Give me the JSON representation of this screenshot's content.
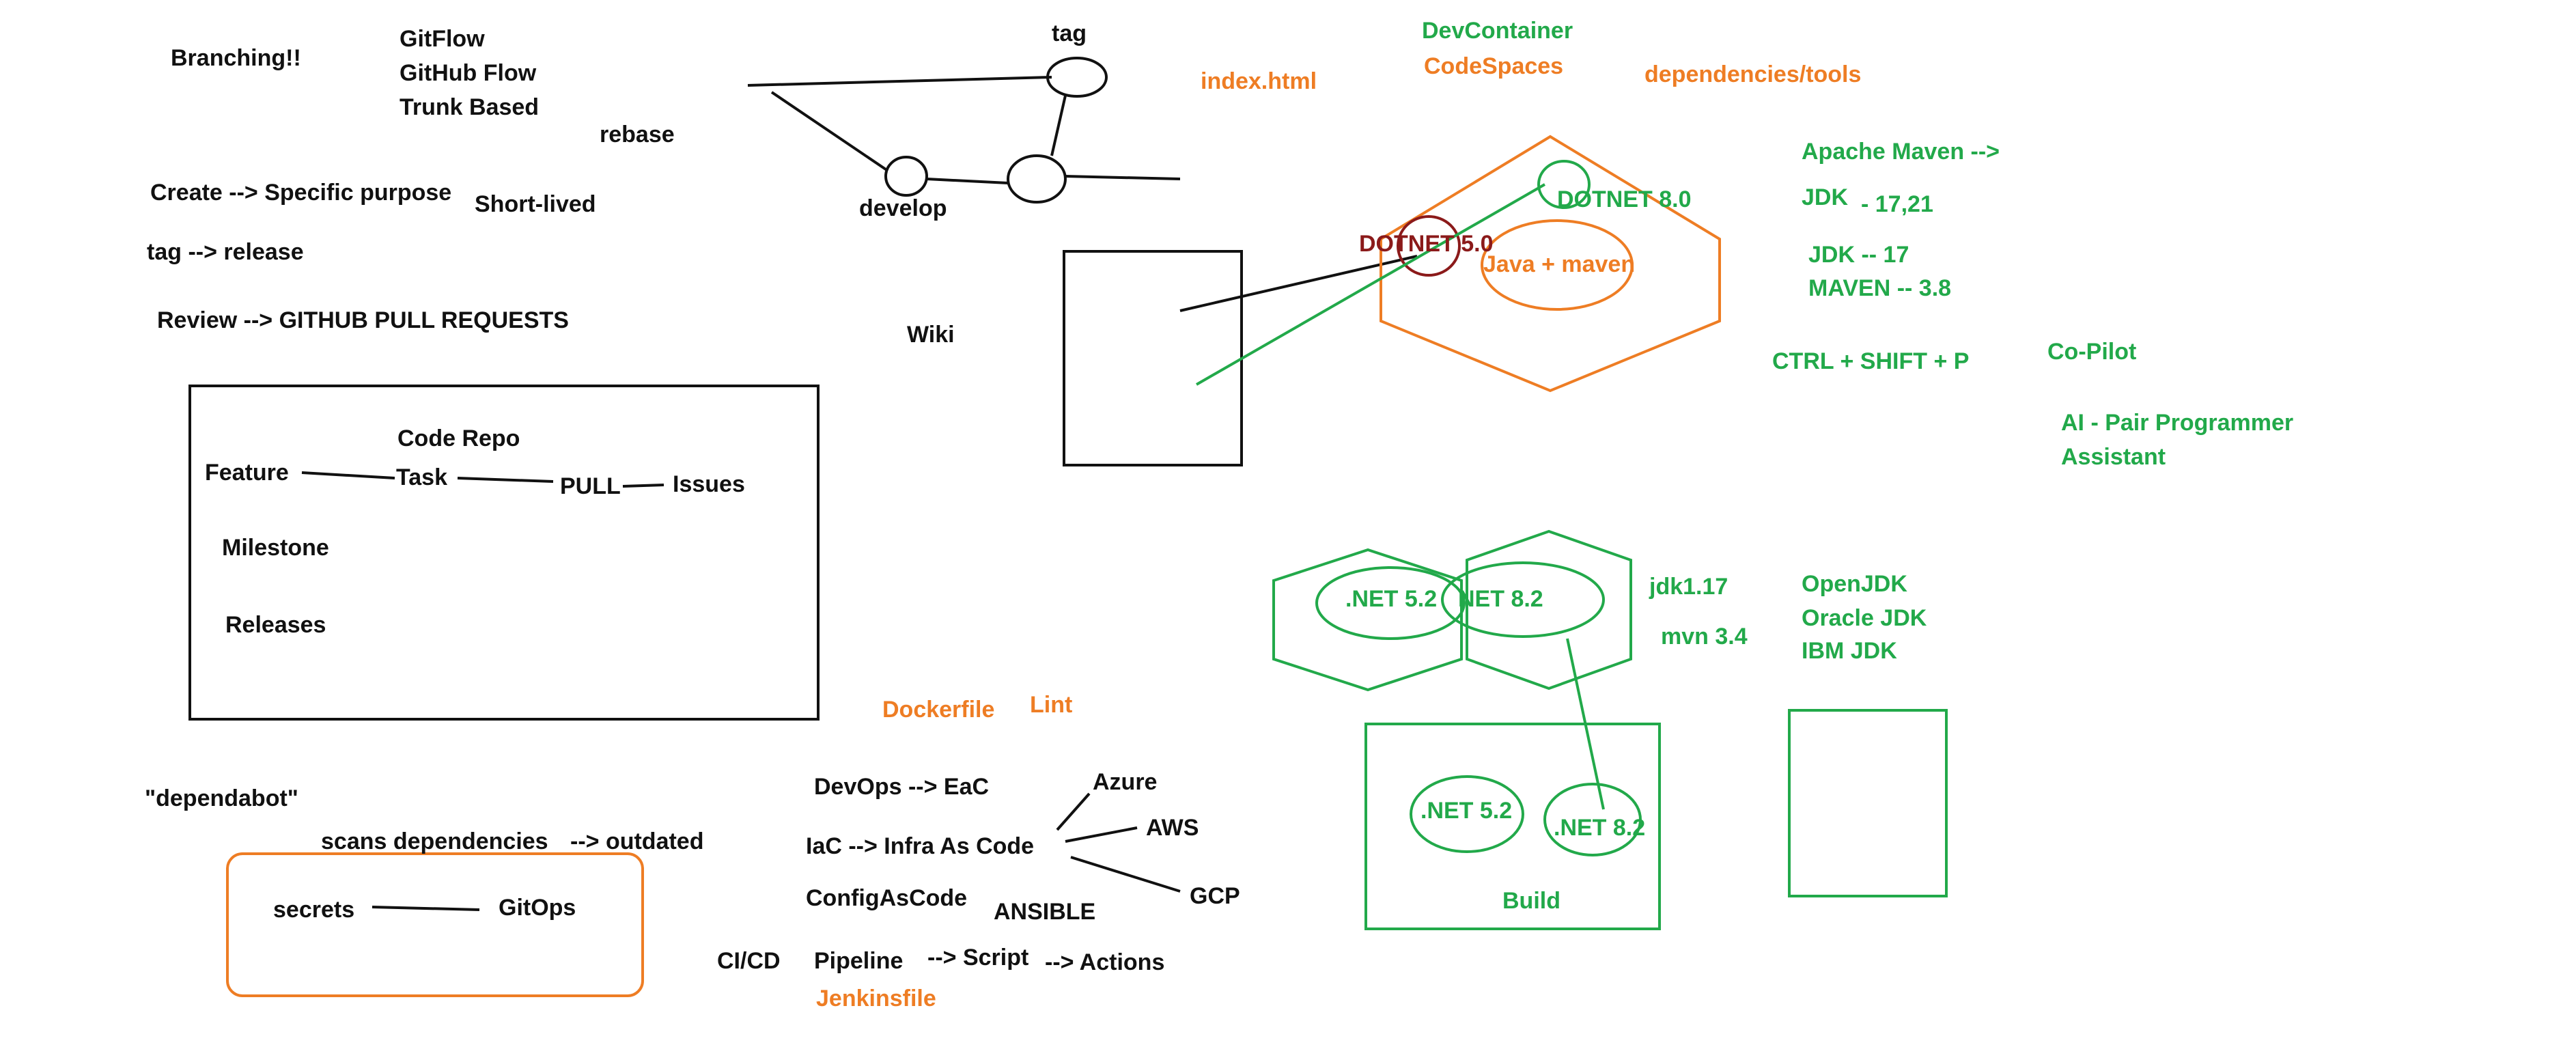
{
  "colors": {
    "black": "#111111",
    "green": "#22a94a",
    "orange": "#ee7d24",
    "darkred": "#8b1a1a",
    "background": "#ffffff"
  },
  "notes": {
    "branching": "Branching!!",
    "gitflow": "GitFlow",
    "github_flow": "GitHub Flow",
    "trunk_based": "Trunk Based",
    "rebase": "rebase",
    "tag_label": "tag",
    "develop_label": "develop",
    "create_purpose": "Create --> Specific purpose",
    "short_lived": "Short-lived",
    "tag_release": "tag --> release",
    "review": "Review --> GITHUB PULL REQUESTS",
    "wiki": "Wiki",
    "code_repo": "Code Repo",
    "feature": "Feature",
    "task": "Task",
    "pull": "PULL",
    "issues": "Issues",
    "milestone": "Milestone",
    "releases": "Releases",
    "dependabot": "\"dependabot\"",
    "scans_dependencies": "scans dependencies",
    "outdated": "--> outdated",
    "secrets": "secrets",
    "gitops": "GitOps",
    "dockerfile": "Dockerfile",
    "lint": "Lint",
    "devops_eac": "DevOps --> EaC",
    "iac": "IaC --> Infra As Code",
    "config_as_code": "ConfigAsCode",
    "ansible": "ANSIBLE",
    "azure": "Azure",
    "aws": "AWS",
    "gcp": "GCP",
    "cicd": "CI/CD",
    "pipeline": "Pipeline",
    "script": "--> Script",
    "actions": "--> Actions",
    "jenkinsfile": "Jenkinsfile",
    "devcontainer": "DevContainer",
    "codespaces": "CodeSpaces",
    "index_html": "index.html",
    "dependencies_tools": "dependencies/tools",
    "dotnet8": "DOTNET 8.0",
    "dotnet5": "DOTNET 5.0",
    "java_maven": "Java + maven",
    "apache_maven": "Apache Maven -->",
    "jdk": "JDK",
    "jdk_versions": "- 17,21",
    "jdk17": "JDK -- 17",
    "maven38": "MAVEN -- 3.8",
    "ctrl_shift_p": "CTRL + SHIFT + P",
    "copilot": "Co-Pilot",
    "ai_pair": "AI - Pair Programmer",
    "assistant": "Assistant",
    "net52_a": ".NET 5.2",
    "net82_a": "NET 8.2",
    "jdk117": "jdk1.17",
    "mvn34": "mvn 3.4",
    "openjdk": "OpenJDK",
    "oraclejdk": "Oracle JDK",
    "ibmjdk": "IBM JDK",
    "net52_b": ".NET 5.2",
    "net82_b": ".NET 8.2",
    "build": "Build"
  }
}
